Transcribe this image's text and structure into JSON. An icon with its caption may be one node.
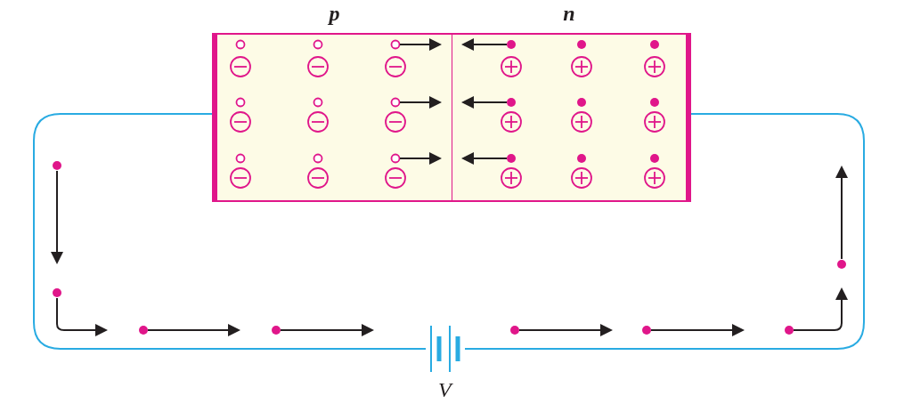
{
  "diagram": {
    "nodes": [
      {
        "text": [
          "p"
        ]
      },
      {
        "text": [
          "n"
        ]
      },
      {
        "text": [],
        "shape": "battery",
        "beside": [
          "V"
        ]
      }
    ],
    "edges": [
      {
        "from": 0,
        "to": 2,
        "arrow": "none",
        "color": "#29abe2"
      },
      {
        "from": 1,
        "to": 2,
        "arrow": "none",
        "color": "#29abe2"
      }
    ]
  }
}
